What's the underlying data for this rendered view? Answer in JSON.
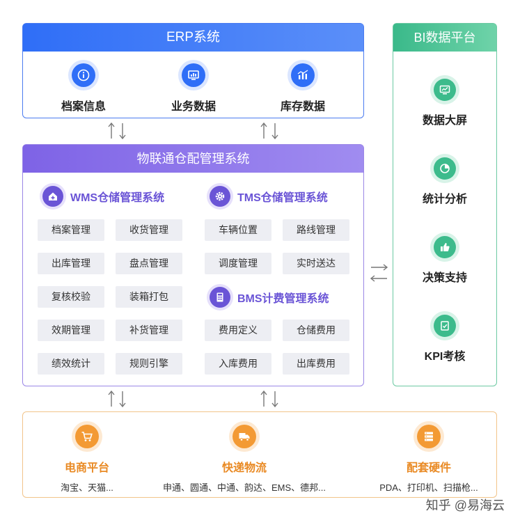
{
  "erp": {
    "title": "ERP系统",
    "items": [
      {
        "label": "档案信息",
        "icon": "info-icon"
      },
      {
        "label": "业务数据",
        "icon": "monitor-chart-icon"
      },
      {
        "label": "库存数据",
        "icon": "bar-chart-icon"
      }
    ]
  },
  "bi": {
    "title": "BI数据平台",
    "items": [
      {
        "label": "数据大屏",
        "icon": "screen-icon"
      },
      {
        "label": "统计分析",
        "icon": "pie-chart-icon"
      },
      {
        "label": "决策支持",
        "icon": "thumbs-up-icon"
      },
      {
        "label": "KPI考核",
        "icon": "checklist-icon"
      }
    ]
  },
  "center": {
    "title": "物联通仓配管理系统",
    "wms": {
      "title": "WMS仓储管理系统",
      "cells": [
        "档案管理",
        "收货管理",
        "出库管理",
        "盘点管理",
        "复核校验",
        "装箱打包",
        "效期管理",
        "补货管理",
        "绩效统计",
        "规则引擎"
      ]
    },
    "tms": {
      "title": "TMS仓储管理系统",
      "cells": [
        "车辆位置",
        "路线管理",
        "调度管理",
        "实时送达"
      ]
    },
    "bms": {
      "title": "BMS计费管理系统",
      "cells": [
        "费用定义",
        "仓储费用",
        "入库费用",
        "出库费用"
      ]
    }
  },
  "bottom": {
    "items": [
      {
        "title": "电商平台",
        "desc": "淘宝、天猫...",
        "icon": "cart-icon"
      },
      {
        "title": "快递物流",
        "desc": "申通、圆通、中通、韵达、EMS、德邦...",
        "icon": "truck-icon"
      },
      {
        "title": "配套硬件",
        "desc": "PDA、打印机、扫描枪...",
        "icon": "server-icon"
      }
    ]
  },
  "colors": {
    "erp": "#2f6ef7",
    "bi": "#3dbb8c",
    "center": "#7e63e6",
    "bottom": "#f39a34"
  },
  "watermark": "知乎 @易海云"
}
